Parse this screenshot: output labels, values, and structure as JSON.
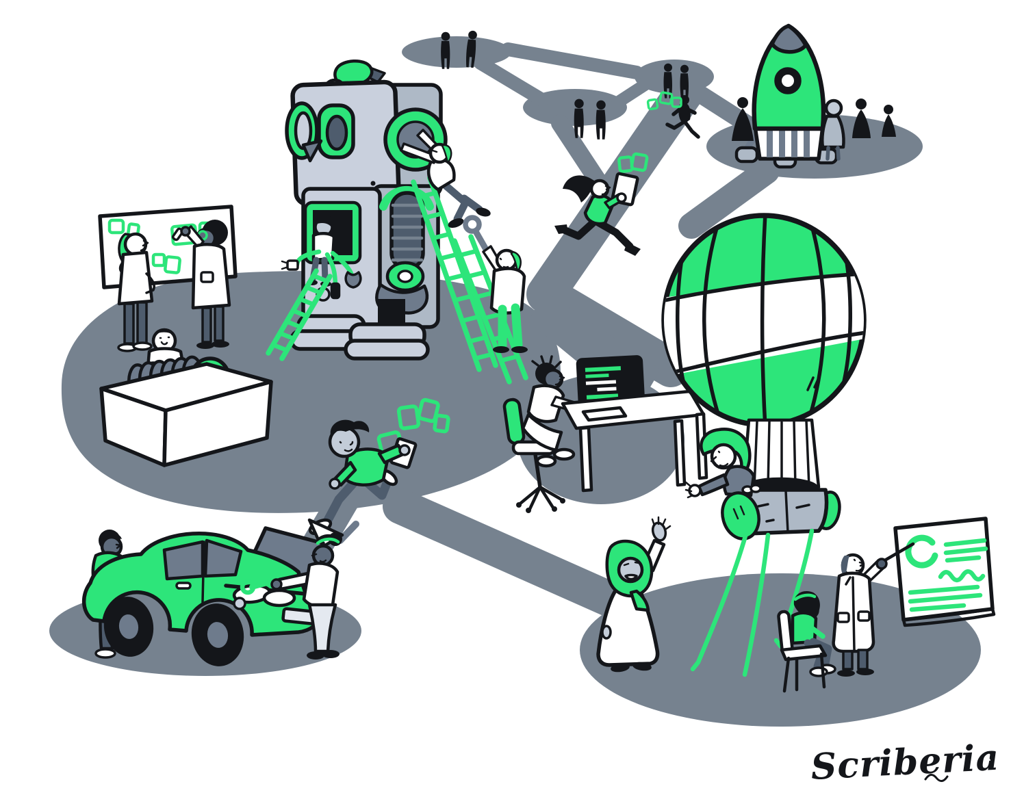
{
  "meta": {
    "alt": "Hand-drawn Scriberia-style illustration of many people collaborating across connected grey islands: building a giant robot, planning at a whiteboard, assembling parts, coding, repairing a car, launching a rocket, flying a hot air balloon and presenting results"
  },
  "signature": {
    "text": "Scriberia",
    "pen_icon": "pen-nib-icon"
  },
  "palette": {
    "green": "#2DE57A",
    "slate": "#76828F",
    "light": "#C9D0DD",
    "mid": "#6E7B8C",
    "dark_slate": "#4E5C6D",
    "skin_light": "#C3CCD8",
    "skin_dark": "#5E6B7C",
    "basket": "#AEB9C6",
    "pale": "#E4E9F0",
    "ink": "#14161A",
    "paper": "#FFFFFF"
  },
  "scene": {
    "vignettes": [
      {
        "name": "ground-network",
        "description": "grey island blobs joined by paths"
      },
      {
        "name": "whiteboard-planning",
        "description": "two researchers posting green sticky notes on a whiteboard"
      },
      {
        "name": "parts-desk",
        "description": "person inspecting a coiled robot arm on a desk"
      },
      {
        "name": "robot-assembly",
        "description": "giant grey robot with green parts, ladders and four helpers"
      },
      {
        "name": "data-runner",
        "description": "person running with documents and floating green cards"
      },
      {
        "name": "coding-workstation",
        "description": "person coding at a monitor with green code lines"
      },
      {
        "name": "tablet-messenger",
        "description": "woman running along a path carrying a tablet"
      },
      {
        "name": "community-silhouettes",
        "description": "small figures meeting on distant islands"
      },
      {
        "name": "rocket-launch-prep",
        "description": "green rocket on legs with onlookers"
      },
      {
        "name": "hot-air-balloon",
        "description": "green and white balloon with a pilot leaning from the basket"
      },
      {
        "name": "balloon-greeting",
        "description": "person in green headscarf waving at the balloon"
      },
      {
        "name": "results-presentation",
        "description": "scientist pointing at a flip chart with green notes for a seated child"
      },
      {
        "name": "car-repair",
        "description": "two people fixing a green car with the bonnet open"
      },
      {
        "name": "scriberia-signature",
        "description": "artist signature with pen"
      }
    ]
  }
}
